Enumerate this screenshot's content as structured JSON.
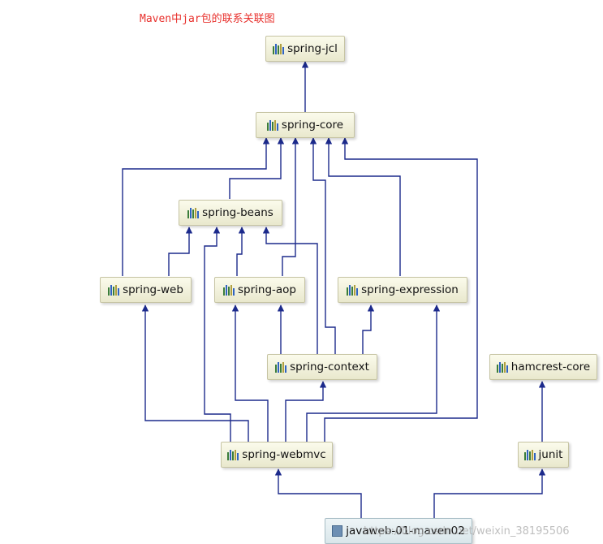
{
  "title": "Maven中jar包的联系关联图",
  "nodes": {
    "spring_jcl": "spring-jcl",
    "spring_core": "spring-core",
    "spring_beans": "spring-beans",
    "spring_web": "spring-web",
    "spring_aop": "spring-aop",
    "spring_expression": "spring-expression",
    "spring_context": "spring-context",
    "hamcrest_core": "hamcrest-core",
    "spring_webmvc": "spring-webmvc",
    "junit": "junit",
    "project": "javaweb-01-maven02"
  },
  "watermark": "https://blog.csdn.net/weixin_38195506",
  "colors": {
    "edge": "#1c2a8c",
    "title": "#e8302c"
  }
}
